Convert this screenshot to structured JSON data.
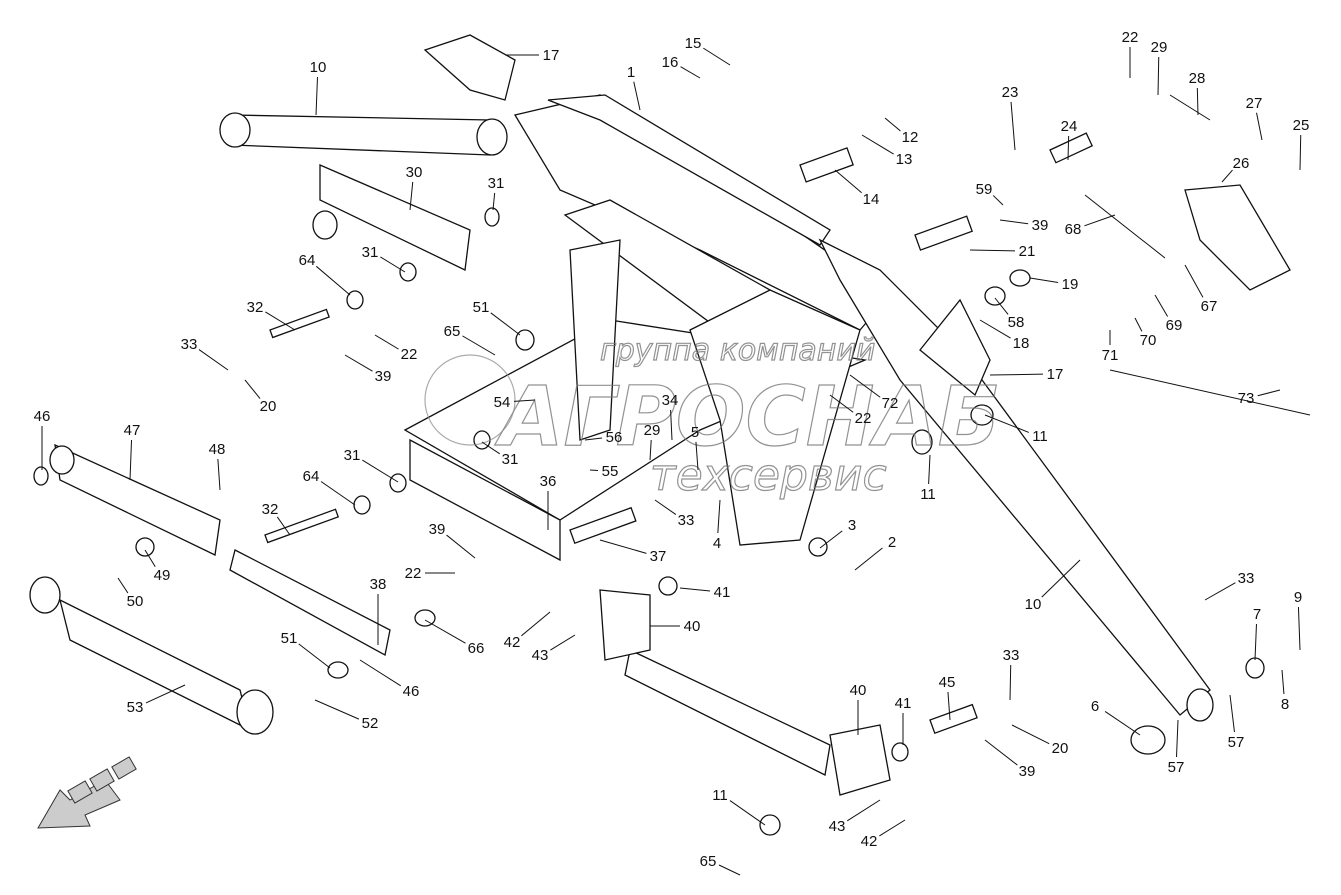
{
  "diagram": {
    "type": "exploded parts diagram",
    "callouts": [
      "17",
      "10",
      "15",
      "16",
      "1",
      "12",
      "13",
      "14",
      "22",
      "29",
      "28",
      "27",
      "25",
      "26",
      "23",
      "24",
      "30",
      "31",
      "59",
      "39",
      "21",
      "68",
      "19",
      "58",
      "18",
      "67",
      "69",
      "70",
      "71",
      "17",
      "72",
      "22",
      "11",
      "73",
      "64",
      "31",
      "32",
      "51",
      "65",
      "33",
      "22",
      "39",
      "20",
      "54",
      "34",
      "5",
      "56",
      "29",
      "55",
      "31",
      "11",
      "33",
      "4",
      "46",
      "47",
      "48",
      "31",
      "64",
      "36",
      "32",
      "37",
      "3",
      "2",
      "49",
      "50",
      "39",
      "22",
      "38",
      "41",
      "33",
      "10",
      "9",
      "7",
      "40",
      "42",
      "43",
      "66",
      "51",
      "46",
      "53",
      "52",
      "8",
      "6",
      "57",
      "57",
      "33",
      "45",
      "40",
      "41",
      "20",
      "39",
      "11",
      "43",
      "42",
      "65"
    ],
    "direction_arrow": "arrow-down-left-icon"
  },
  "watermark": {
    "line1": "группа компаний",
    "line2": "АГРОСНАБ",
    "line3": "техсервис"
  },
  "colors": {
    "ink": "#111111",
    "watermark": "#777777"
  }
}
